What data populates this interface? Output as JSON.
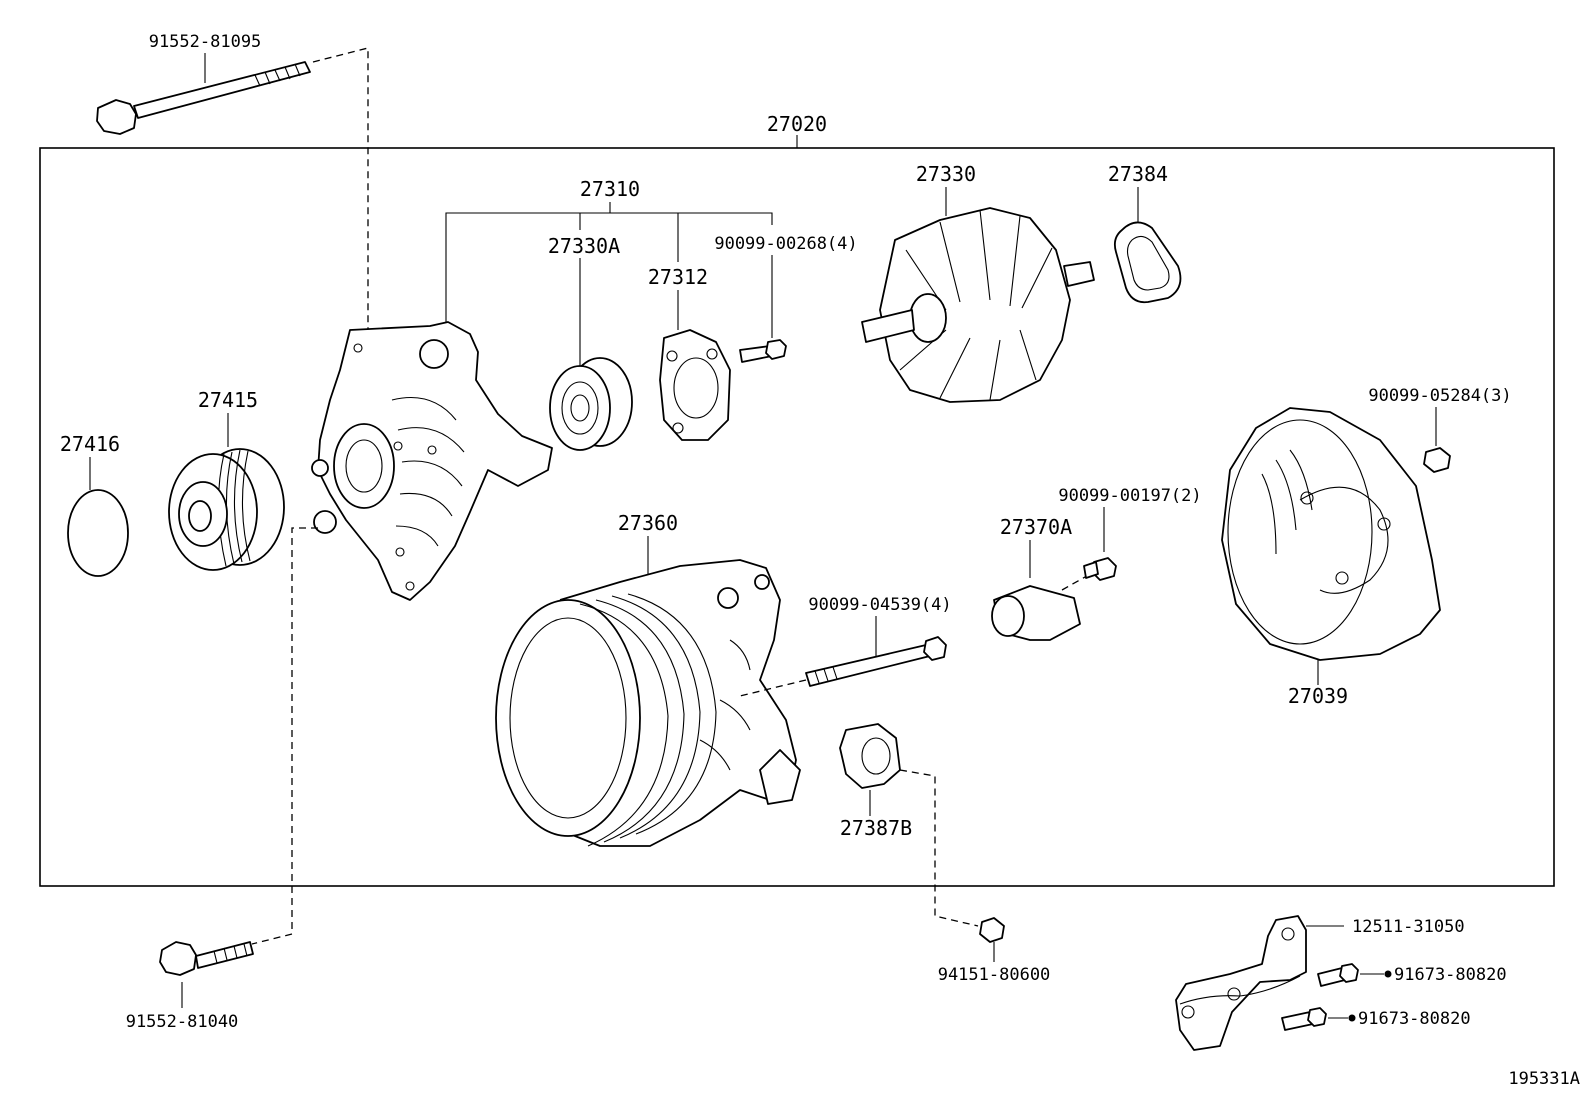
{
  "labels": {
    "assembly": "27020",
    "bolt_top": "91552-81095",
    "bolt_bottom": "91552-81040",
    "frame_set": "27310",
    "bearing": "27330A",
    "retainer": "27312",
    "screw_retainer": "90099-00268(4)",
    "rotor": "27330",
    "insulator": "27384",
    "pulley": "27415",
    "cap": "27416",
    "rear_frame": "27360",
    "bolt_through": "90099-04539(4)",
    "holder": "27370A",
    "screw_holder": "90099-00197(2)",
    "nut_cover": "90099-05284(3)",
    "rear_cover": "27039",
    "terminal_insulator": "27387B",
    "nut_terminal": "94151-80600",
    "bracket": "12511-31050",
    "bolt_bracket_a": "91673-80820",
    "bolt_bracket_b": "91673-80820",
    "figure_id": "195331A"
  }
}
